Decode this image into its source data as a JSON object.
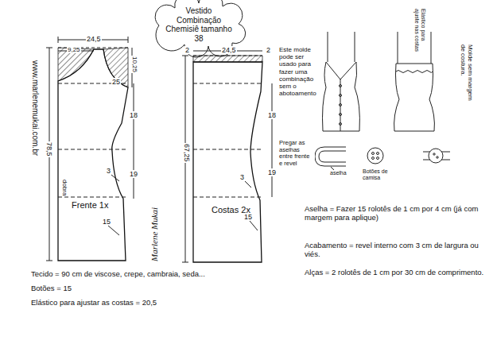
{
  "diagram": {
    "title": "Vestido Combinação Chemisiê tamanho 38",
    "nodes": [
      {
        "text": [
          "Frente 1x"
        ]
      },
      {
        "text": [
          "Costas 2x"
        ]
      }
    ],
    "labels": [
      "24,5",
      "9,25",
      "10,25",
      "25",
      "18",
      "19",
      "3",
      "15",
      "78,5",
      "dobra",
      "www.marlenemukai.com.br",
      "2",
      "24,5",
      "2",
      "67,25",
      "18",
      "19",
      "3",
      "15",
      "Marlene Mukai",
      "Este molde pode ser usado para fazer uma combinação sem o abotoamento",
      "Elástico para ajuste nas costas",
      "Molde sem margem de costura.",
      "Pregar as aselhas entre frente e revel",
      "aselha",
      "Botões de camisa",
      "Aselha = Fazer 15 rolotês de 1 cm por 4 cm (já com margem para aplique)",
      "Acabamento = revel interno com 3 cm de largura ou viés.",
      "Alças = 2 rolotês de 1 cm por 30 cm de comprimento.",
      "Tecido = 90 cm de viscose, crepe, cambraia, seda...",
      "Botões = 15",
      "Elástico para ajustar as costas = 20,5"
    ]
  }
}
